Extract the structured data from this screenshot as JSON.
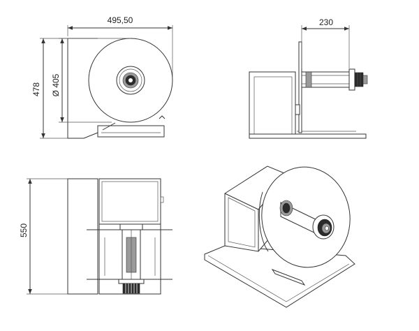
{
  "dimensions": {
    "overall_width": "495,50",
    "overall_height": "478",
    "roll_diameter": "Ø 405",
    "shaft_length": "230",
    "base_depth": "550"
  },
  "colors": {
    "line": "#333333",
    "fill_dark": "#2b2b2b",
    "fill_mid": "#9a9a9a",
    "background": "#ffffff"
  }
}
